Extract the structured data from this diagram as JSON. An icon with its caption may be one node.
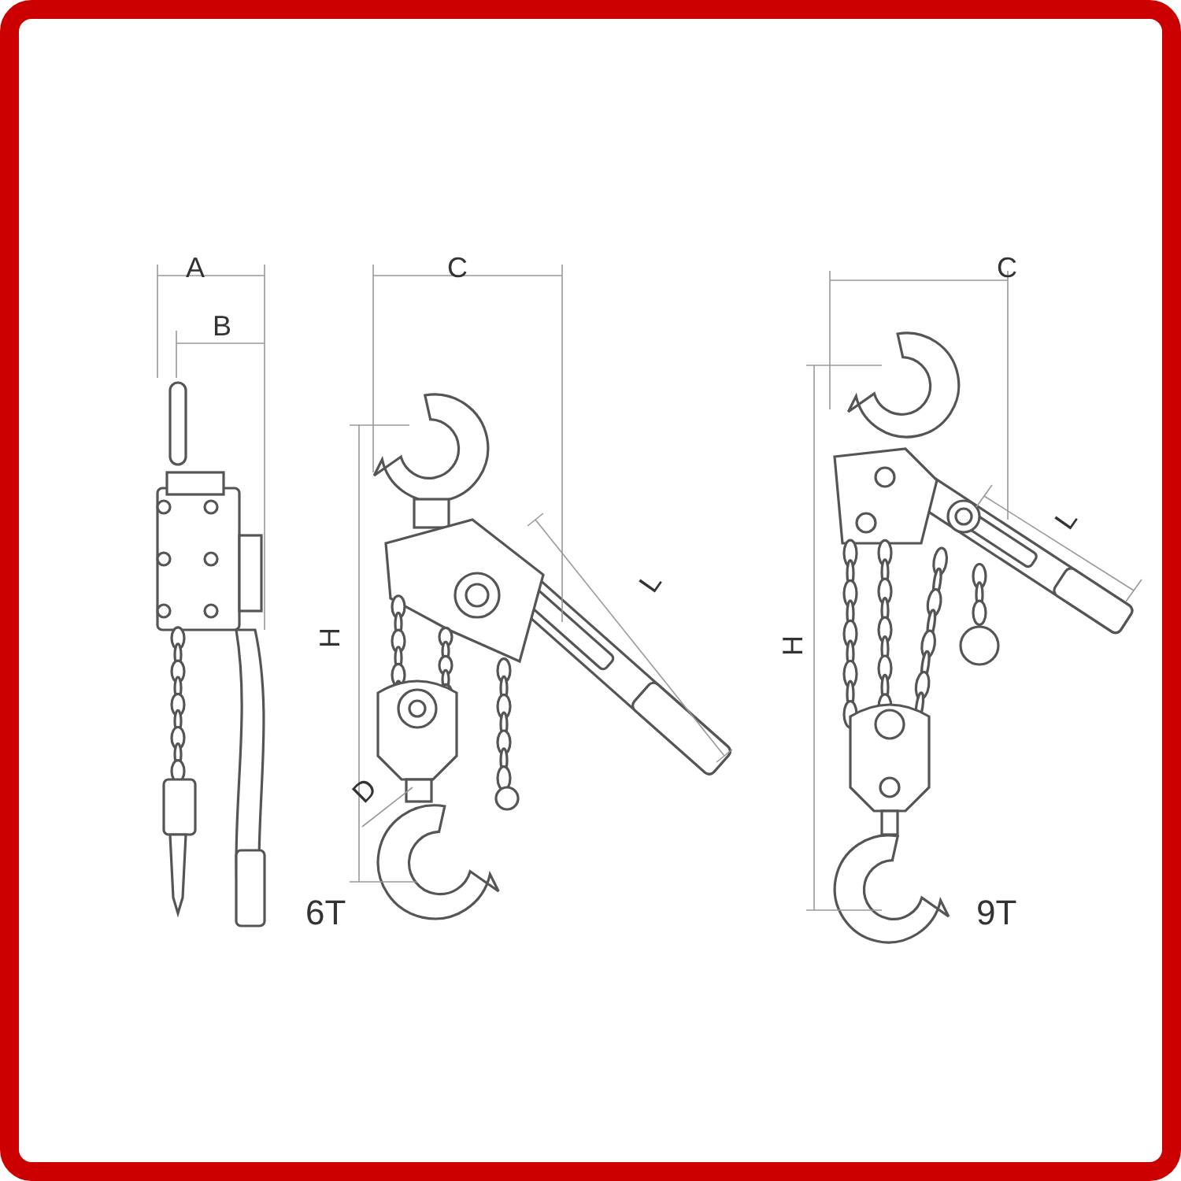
{
  "diagram": {
    "labels": [
      "A",
      "B",
      "C",
      "H",
      "L",
      "D",
      "6T",
      "C",
      "H",
      "L",
      "9T"
    ]
  }
}
